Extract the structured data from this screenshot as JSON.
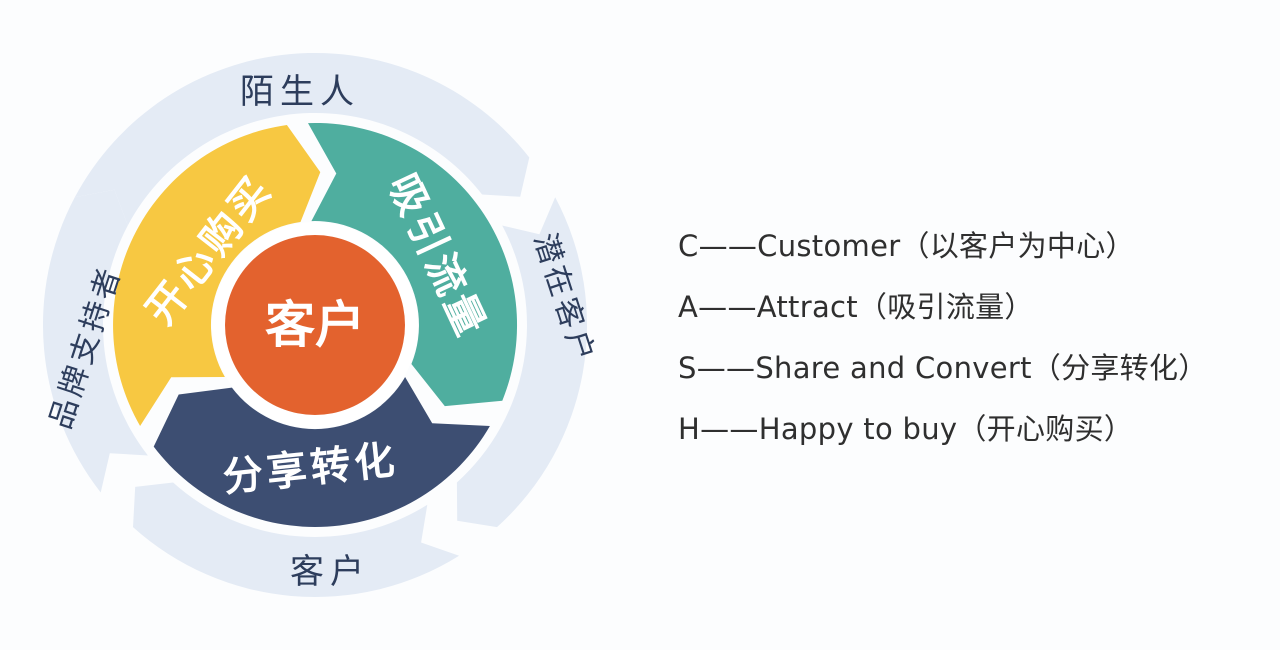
{
  "diagram": {
    "center_label": "客户",
    "inner_segments": [
      {
        "label": "开心购买",
        "color": "#f7c842"
      },
      {
        "label": "吸引流量",
        "color": "#4fae9f"
      },
      {
        "label": "分享转化",
        "color": "#3d4e72"
      }
    ],
    "outer_labels": {
      "top": "陌生人",
      "right": "潜在客户",
      "bottom": "客户",
      "left": "品牌支持者"
    },
    "colors": {
      "center": "#e3622e",
      "outer_ring": "#e4ebf5",
      "outer_text": "#2d3d5c"
    }
  },
  "legend": [
    {
      "letter": "C",
      "dash": "——",
      "text": "Customer（以客户为中心）"
    },
    {
      "letter": "A",
      "dash": "——",
      "text": "Attract（吸引流量）"
    },
    {
      "letter": "S",
      "dash": "——",
      "text": "Share and Convert（分享转化）"
    },
    {
      "letter": "H",
      "dash": "——",
      "text": "Happy to buy（开心购买）"
    }
  ]
}
